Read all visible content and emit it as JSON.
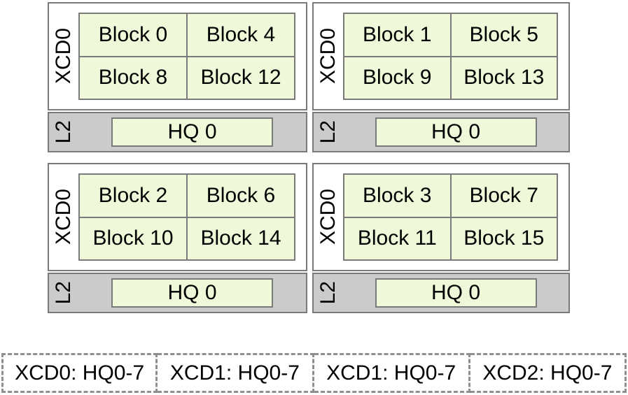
{
  "colors": {
    "block_fill": "#eff8d8",
    "band_fill": "#cbcbcb",
    "border": "#7a7a7a",
    "dash_border": "#8f8f8f",
    "text": "#000000"
  },
  "panels": [
    {
      "xcd_label": "XCD0",
      "blocks": [
        "Block 0",
        "Block 4",
        "Block 8",
        "Block 12"
      ],
      "l2_label": "L2",
      "hq_label": "HQ 0"
    },
    {
      "xcd_label": "XCD0",
      "blocks": [
        "Block 1",
        "Block 5",
        "Block 9",
        "Block 13"
      ],
      "l2_label": "L2",
      "hq_label": "HQ 0"
    },
    {
      "xcd_label": "XCD0",
      "blocks": [
        "Block 2",
        "Block 6",
        "Block 10",
        "Block 14"
      ],
      "l2_label": "L2",
      "hq_label": "HQ 0"
    },
    {
      "xcd_label": "XCD0",
      "blocks": [
        "Block 3",
        "Block 7",
        "Block 11",
        "Block 15"
      ],
      "l2_label": "L2",
      "hq_label": "HQ 0"
    }
  ],
  "queue_row": {
    "cells": [
      "XCD0: HQ0-7",
      "XCD1: HQ0-7",
      "XCD1: HQ0-7",
      "XCD2: HQ0-7"
    ]
  }
}
